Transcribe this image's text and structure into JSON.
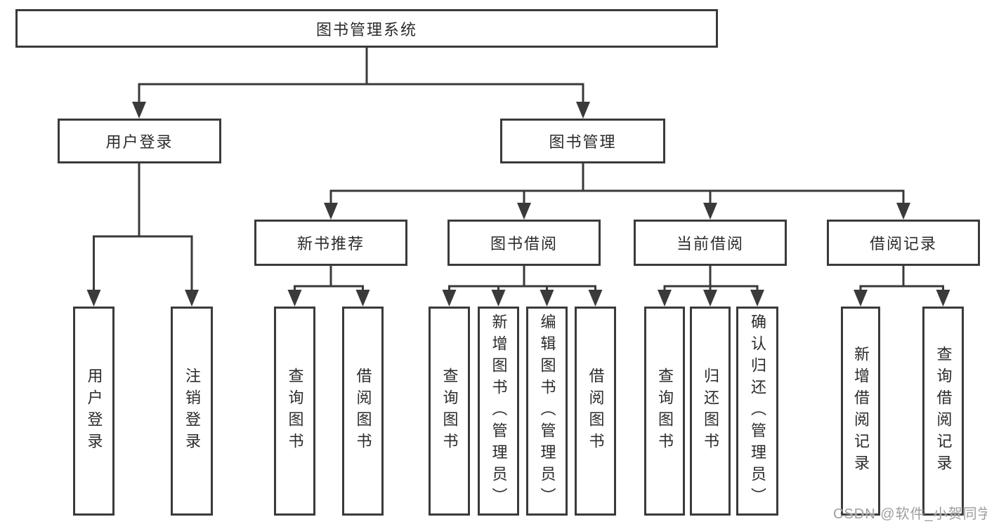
{
  "diagram": {
    "title": "图书管理系统",
    "level1": [
      {
        "label": "用户登录",
        "children": [
          {
            "label": "用户登录"
          },
          {
            "label": "注销登录"
          }
        ]
      },
      {
        "label": "图书管理",
        "children": [
          {
            "label": "新书推荐",
            "children": [
              {
                "label": "查询图书"
              },
              {
                "label": "借阅图书"
              }
            ]
          },
          {
            "label": "图书借阅",
            "children": [
              {
                "label": "查询图书"
              },
              {
                "label": "新增图书（管理员）"
              },
              {
                "label": "编辑图书（管理员）"
              },
              {
                "label": "借阅图书"
              }
            ]
          },
          {
            "label": "当前借阅",
            "children": [
              {
                "label": "查询图书"
              },
              {
                "label": "归还图书"
              },
              {
                "label": "确认归还（管理员）"
              }
            ]
          },
          {
            "label": "借阅记录",
            "children": [
              {
                "label": "新增借阅记录"
              },
              {
                "label": "查询借阅记录"
              }
            ]
          }
        ]
      }
    ]
  },
  "watermark": {
    "text": "CSDN @软件_小贺同学",
    "color": "#9e9e9e"
  },
  "colors": {
    "line": "#3a3a3a",
    "text": "#2b2b2b",
    "background": "#ffffff"
  }
}
